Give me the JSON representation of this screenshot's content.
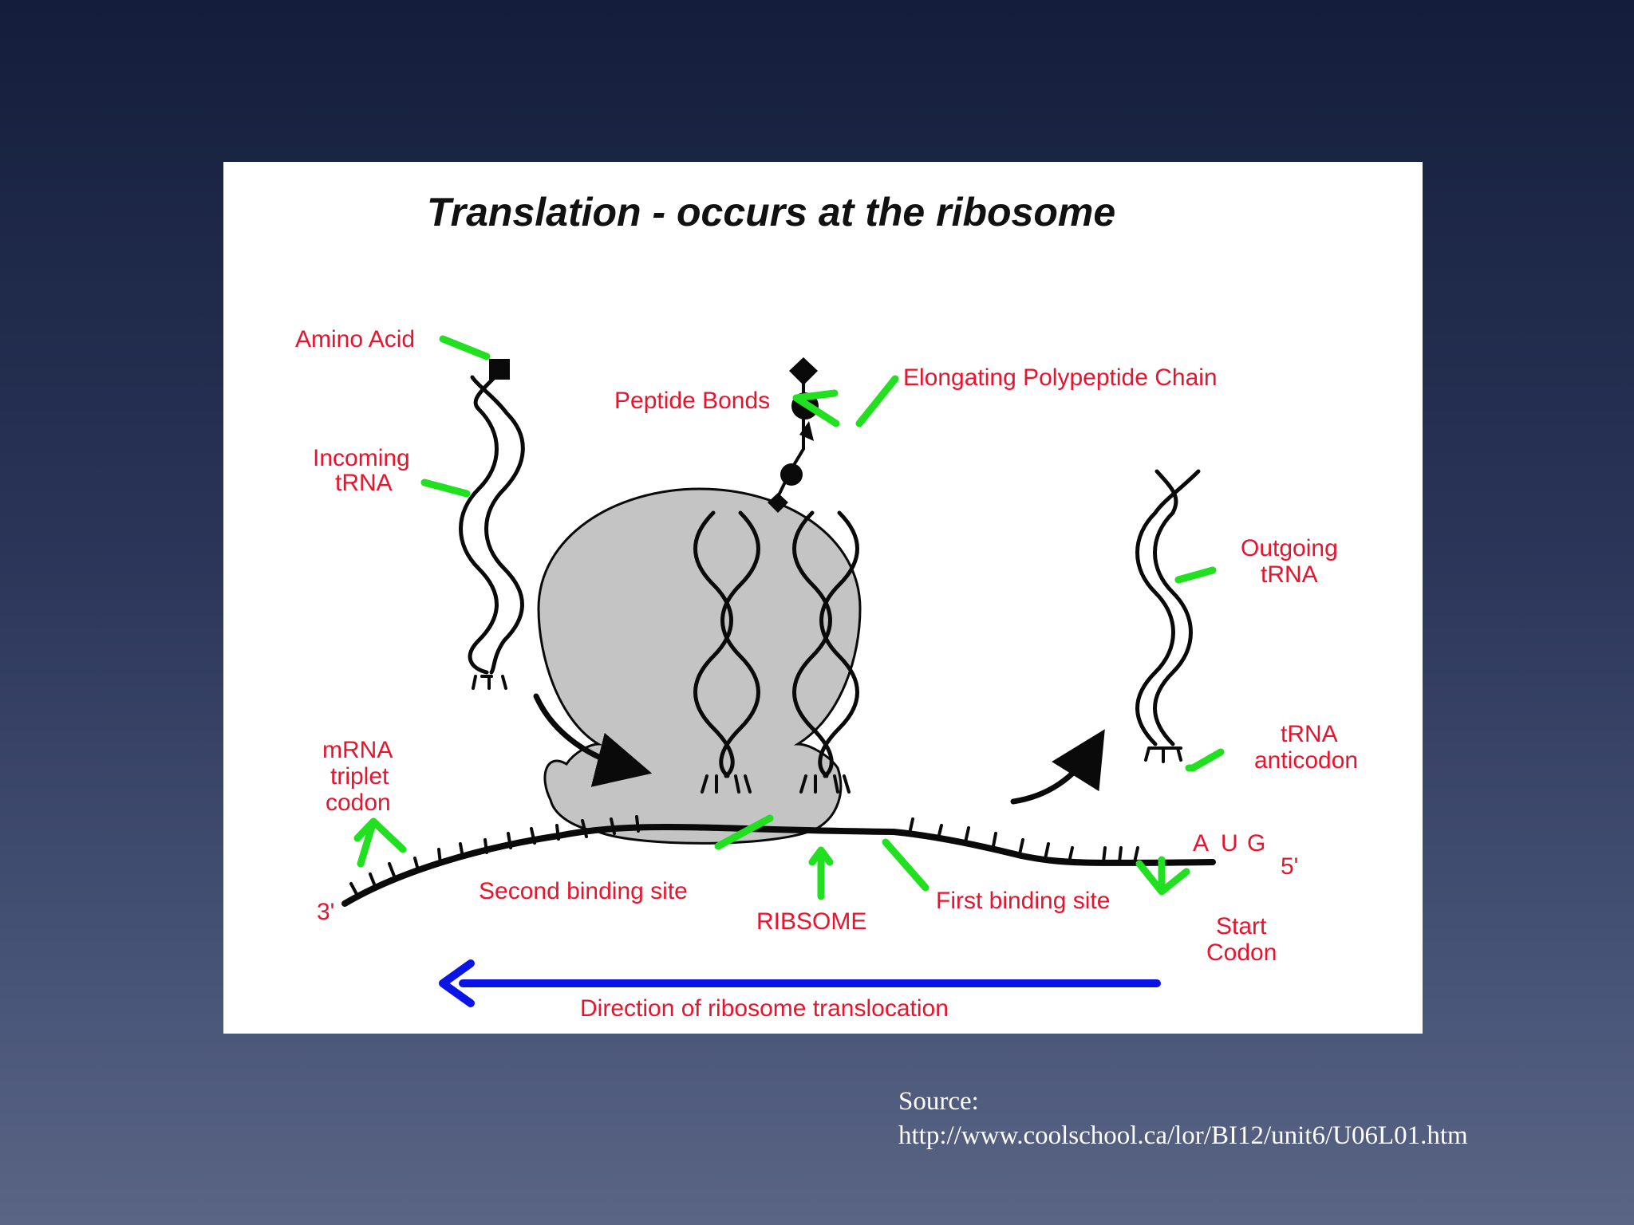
{
  "diagram": {
    "title": "Translation - occurs at the ribosome",
    "labels": {
      "amino_acid": "Amino Acid",
      "incoming_trna": [
        "Incoming",
        "tRNA"
      ],
      "peptide_bonds": "Peptide Bonds",
      "elongating_chain": "Elongating Polypeptide Chain",
      "outgoing_trna": [
        "Outgoing",
        "tRNA"
      ],
      "trna_anticodon": [
        "tRNA",
        "anticodon"
      ],
      "mrna_codon": [
        "mRNA",
        "triplet",
        "codon"
      ],
      "three_prime": "3'",
      "five_prime": "5'",
      "codon_a": "A",
      "codon_u": "U",
      "codon_g": "G",
      "second_binding_site": "Second binding site",
      "ribosome": "RIBSOME",
      "first_binding_site": "First binding site",
      "start_codon": [
        "Start",
        "Codon"
      ],
      "direction": "Direction of ribosome translocation"
    },
    "colors": {
      "label": "#e8142e",
      "pointer": "#21e01f",
      "direction_arrow": "#0a14e6",
      "ribosome_fill": "#c4c4c4"
    }
  },
  "source": {
    "label": "Source:",
    "url": "http://www.coolschool.ca/lor/BI12/unit6/U06L01.htm"
  }
}
